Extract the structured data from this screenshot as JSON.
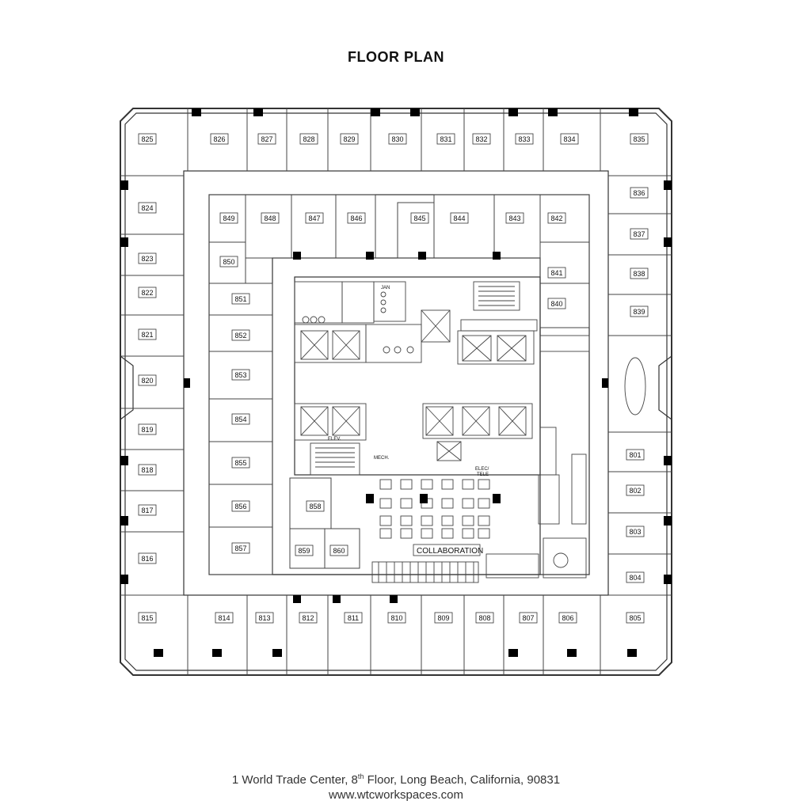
{
  "title": "FLOOR PLAN",
  "footer": {
    "address_pre": "1 World Trade Center, 8",
    "address_sup": "th",
    "address_post": " Floor, Long Beach, California, 90831",
    "url": "www.wtcworkspaces.com"
  },
  "rooms": {
    "r801": "801",
    "r802": "802",
    "r803": "803",
    "r804": "804",
    "r805": "805",
    "r806": "806",
    "r807": "807",
    "r808": "808",
    "r809": "809",
    "r810": "810",
    "r811": "811",
    "r812": "812",
    "r813": "813",
    "r814": "814",
    "r815": "815",
    "r816": "816",
    "r817": "817",
    "r818": "818",
    "r819": "819",
    "r820": "820",
    "r821": "821",
    "r822": "822",
    "r823": "823",
    "r824": "824",
    "r825": "825",
    "r826": "826",
    "r827": "827",
    "r828": "828",
    "r829": "829",
    "r830": "830",
    "r831": "831",
    "r832": "832",
    "r833": "833",
    "r834": "834",
    "r835": "835",
    "r836": "836",
    "r837": "837",
    "r838": "838",
    "r839": "839",
    "r840": "840",
    "r841": "841",
    "r842": "842",
    "r843": "843",
    "r844": "844",
    "r845": "845",
    "r846": "846",
    "r847": "847",
    "r848": "848",
    "r849": "849",
    "r850": "850",
    "r851": "851",
    "r852": "852",
    "r853": "853",
    "r854": "854",
    "r855": "855",
    "r856": "856",
    "r857": "857",
    "r858": "858",
    "r859": "859",
    "r860": "860"
  },
  "core_labels": {
    "jan": "JAN",
    "elev": "ELEV.",
    "elev2": "ELEV.",
    "mech": "MECH.",
    "elec": "ELEC/",
    "tele": "TELE",
    "collaboration": "COLLABORATION"
  }
}
